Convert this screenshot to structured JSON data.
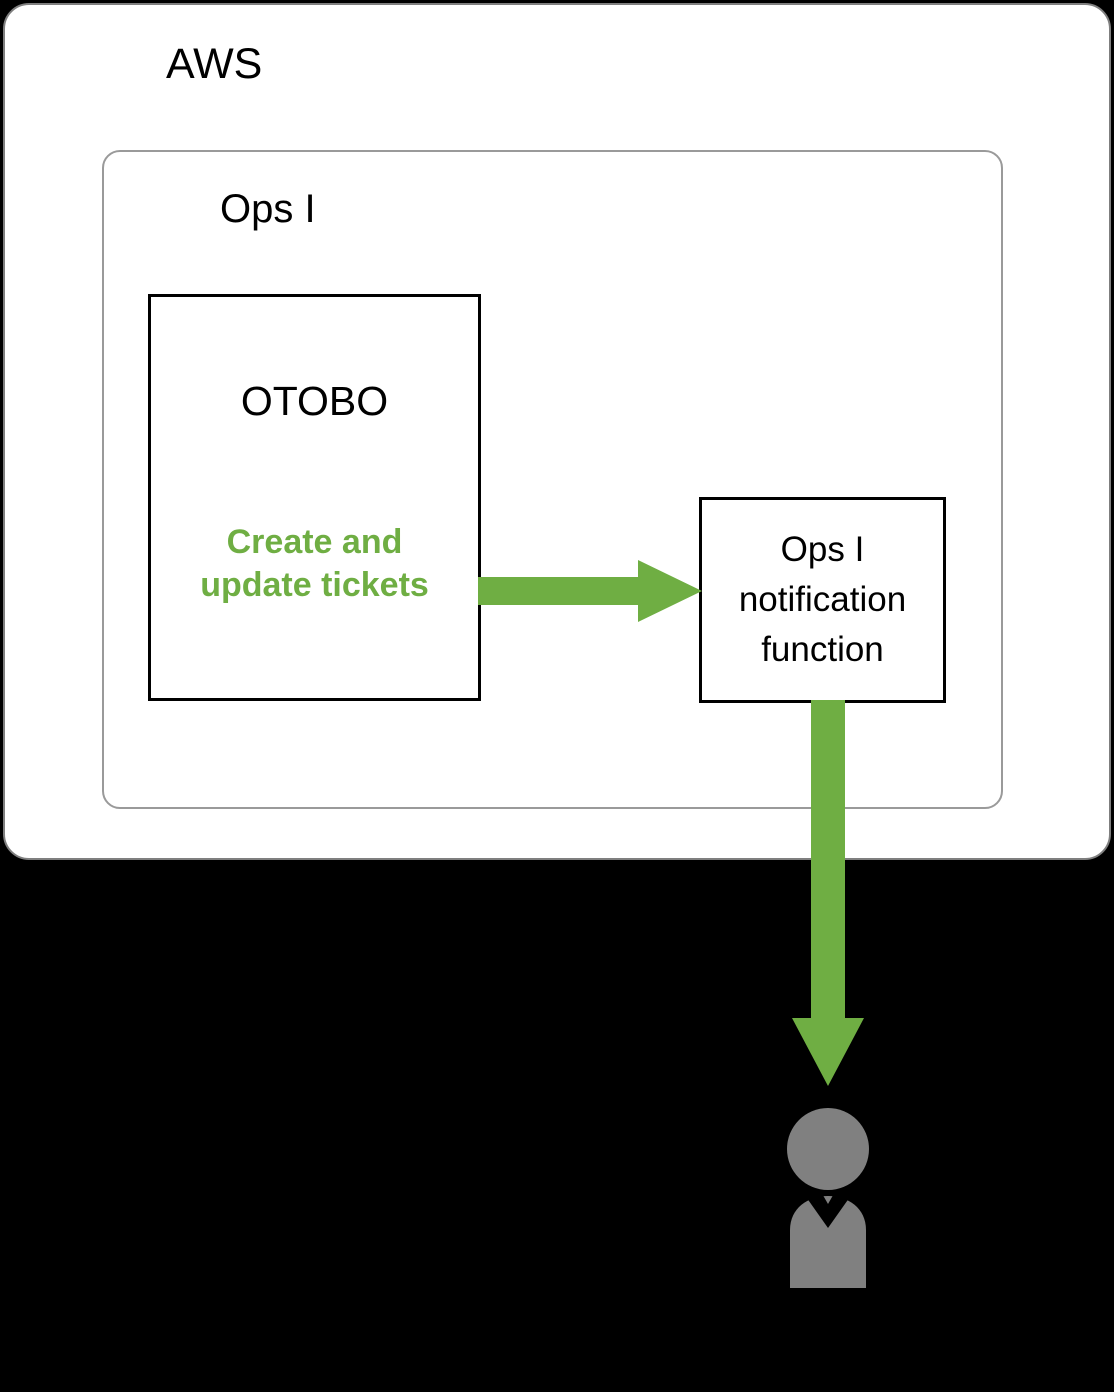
{
  "diagram": {
    "type": "architecture-diagram",
    "background_color": "#000000",
    "accent_color": "#6fae43",
    "actor_color": "#808080",
    "groups": [
      {
        "id": "aws",
        "label": "AWS",
        "border_color": "#7f7f7f",
        "fill": "#ffffff"
      },
      {
        "id": "ops-i",
        "label": "Ops I",
        "border_color": "#9a9a9a",
        "fill": "#ffffff"
      }
    ],
    "nodes": [
      {
        "id": "otobo",
        "label": "OTOBO",
        "caption": "Create and\nupdate tickets",
        "caption_color": "#6fae43",
        "border_color": "#000000",
        "fill": "#ffffff"
      },
      {
        "id": "ops-i-notification-function",
        "label": "Ops I\nnotification\nfunction",
        "border_color": "#000000",
        "fill": "#ffffff"
      }
    ],
    "edges": [
      {
        "id": "otobo-to-notification",
        "from": "otobo",
        "to": "ops-i-notification-function",
        "direction": "right",
        "color": "#6fae43",
        "label": "Create and update tickets"
      },
      {
        "id": "notification-to-user",
        "from": "ops-i-notification-function",
        "to": "user",
        "direction": "down",
        "color": "#6fae43",
        "label": ""
      }
    ],
    "actors": [
      {
        "id": "user",
        "icon": "person-icon",
        "color": "#808080",
        "label": ""
      }
    ]
  }
}
